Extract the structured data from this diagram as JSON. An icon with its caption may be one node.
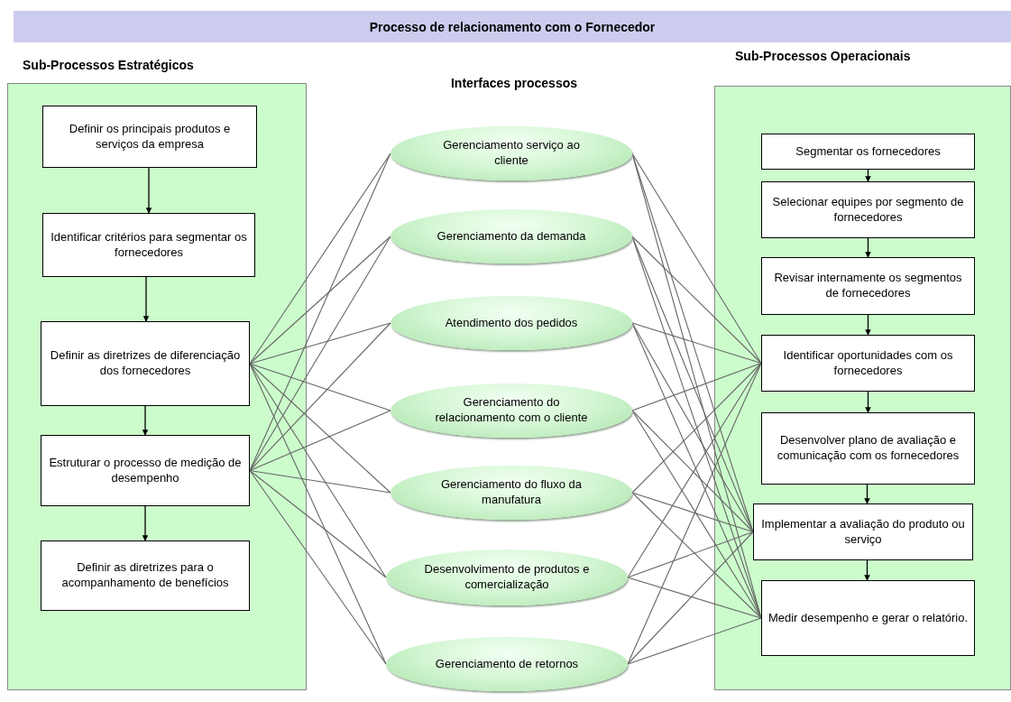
{
  "diagram": {
    "title": "Processo de relacionamento com o Fornecedor",
    "nodes": [
      {
        "text": [
          "Sub-Processos Estratégicos"
        ]
      },
      {
        "text": [
          "Definir os principais produtos e serviços da empresa"
        ],
        "in": 0
      },
      {
        "text": [
          "Identificar critérios para segmentar os fornecedores"
        ],
        "in": 0
      },
      {
        "text": [
          "Definir as diretrizes de diferenciação dos fornecedores"
        ],
        "in": 0
      },
      {
        "text": [
          "Estruturar o processo de medição de desempenho"
        ],
        "in": 0
      },
      {
        "text": [
          "Definir as diretrizes para o acompanhamento de benefícios"
        ],
        "in": 0
      },
      {
        "text": [
          "Gerenciamento serviço ao cliente"
        ]
      },
      {
        "text": [
          "Gerenciamento da demanda"
        ]
      },
      {
        "text": [
          "Atendimento dos pedidos"
        ]
      },
      {
        "text": [
          "Gerenciamento do relacionamento com o cliente"
        ]
      },
      {
        "text": [
          "Gerenciamento do fluxo da manufatura"
        ]
      },
      {
        "text": [
          "Desenvolvimento de produtos e comercialização"
        ]
      },
      {
        "text": [
          "Gerenciamento de retornos"
        ]
      },
      {
        "text": [
          "Sub-Processos Operacionais"
        ]
      },
      {
        "text": [
          "Segmentar os fornecedores"
        ],
        "in": 13
      },
      {
        "text": [
          "Selecionar equipes por segmento de fornecedores"
        ],
        "in": 13
      },
      {
        "text": [
          "Revisar internamente os segmentos de fornecedores"
        ],
        "in": 13
      },
      {
        "text": [
          "Identificar oportunidades com os fornecedores"
        ],
        "in": 13
      },
      {
        "text": [
          "Desenvolver plano de avaliação e comunicação com os fornecedores"
        ],
        "in": 13
      },
      {
        "text": [
          "Implementar a avaliação do produto ou serviço"
        ],
        "in": 13
      },
      {
        "text": [
          "Medir desempenho e gerar o relatório."
        ],
        "in": 13
      }
    ],
    "edges": [
      {
        "from": 1,
        "to": 2,
        "arrow": "to",
        "color": "#000000"
      },
      {
        "from": 2,
        "to": 3,
        "arrow": "to",
        "color": "#000000"
      },
      {
        "from": 3,
        "to": 4,
        "arrow": "to",
        "color": "#000000"
      },
      {
        "from": 4,
        "to": 5,
        "arrow": "to",
        "color": "#000000"
      },
      {
        "from": 14,
        "to": 15,
        "arrow": "to",
        "color": "#000000"
      },
      {
        "from": 15,
        "to": 16,
        "arrow": "to",
        "color": "#000000"
      },
      {
        "from": 16,
        "to": 17,
        "arrow": "to",
        "color": "#000000"
      },
      {
        "from": 17,
        "to": 18,
        "arrow": "to",
        "color": "#000000"
      },
      {
        "from": 18,
        "to": 19,
        "arrow": "to",
        "color": "#000000"
      },
      {
        "from": 19,
        "to": 20,
        "arrow": "to",
        "color": "#000000"
      },
      {
        "from": 3,
        "to": 6,
        "arrow": "none"
      },
      {
        "from": 3,
        "to": 7,
        "arrow": "none"
      },
      {
        "from": 3,
        "to": 8,
        "arrow": "none"
      },
      {
        "from": 3,
        "to": 9,
        "arrow": "none"
      },
      {
        "from": 3,
        "to": 10,
        "arrow": "none"
      },
      {
        "from": 3,
        "to": 11,
        "arrow": "none"
      },
      {
        "from": 3,
        "to": 12,
        "arrow": "none"
      },
      {
        "from": 4,
        "to": 6,
        "arrow": "none"
      },
      {
        "from": 4,
        "to": 7,
        "arrow": "none"
      },
      {
        "from": 4,
        "to": 8,
        "arrow": "none"
      },
      {
        "from": 4,
        "to": 9,
        "arrow": "none"
      },
      {
        "from": 4,
        "to": 10,
        "arrow": "none"
      },
      {
        "from": 4,
        "to": 11,
        "arrow": "none"
      },
      {
        "from": 4,
        "to": 12,
        "arrow": "none"
      },
      {
        "from": 6,
        "to": 17,
        "arrow": "none"
      },
      {
        "from": 6,
        "to": 19,
        "arrow": "none"
      },
      {
        "from": 6,
        "to": 20,
        "arrow": "none"
      },
      {
        "from": 7,
        "to": 17,
        "arrow": "none"
      },
      {
        "from": 7,
        "to": 19,
        "arrow": "none"
      },
      {
        "from": 7,
        "to": 20,
        "arrow": "none"
      },
      {
        "from": 8,
        "to": 17,
        "arrow": "none"
      },
      {
        "from": 8,
        "to": 19,
        "arrow": "none"
      },
      {
        "from": 8,
        "to": 20,
        "arrow": "none"
      },
      {
        "from": 9,
        "to": 17,
        "arrow": "none"
      },
      {
        "from": 9,
        "to": 19,
        "arrow": "none"
      },
      {
        "from": 9,
        "to": 20,
        "arrow": "none"
      },
      {
        "from": 10,
        "to": 17,
        "arrow": "none"
      },
      {
        "from": 10,
        "to": 19,
        "arrow": "none"
      },
      {
        "from": 10,
        "to": 20,
        "arrow": "none"
      },
      {
        "from": 11,
        "to": 17,
        "arrow": "none"
      },
      {
        "from": 11,
        "to": 19,
        "arrow": "none"
      },
      {
        "from": 11,
        "to": 20,
        "arrow": "none"
      },
      {
        "from": 12,
        "to": 17,
        "arrow": "none"
      },
      {
        "from": 12,
        "to": 19,
        "arrow": "none"
      },
      {
        "from": 12,
        "to": 20,
        "arrow": "none"
      }
    ],
    "labels": [
      "Interfaces processos"
    ]
  }
}
